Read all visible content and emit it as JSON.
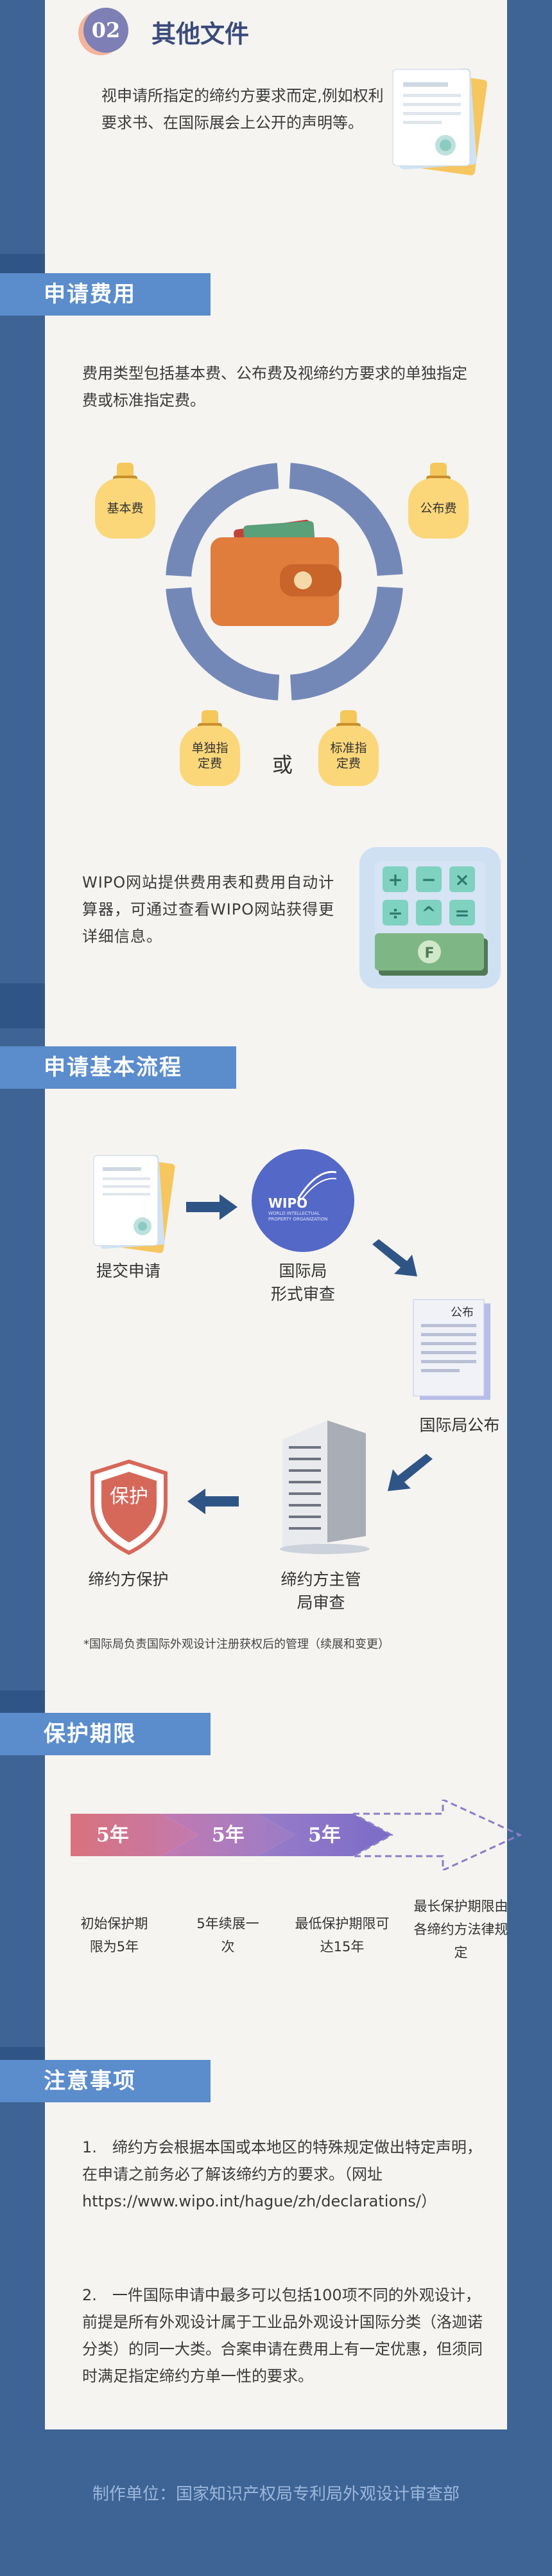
{
  "section_02": {
    "badge": "02",
    "title": "其他文件",
    "text": "视申请所指定的缔约方要求而定,例如权利要求书、在国际展会上公开的声明等。"
  },
  "fees": {
    "heading": "申请费用",
    "intro": "费用类型包括基本费、公布费及视缔约方要求的单独指定费或标准指定费。",
    "basic": "基本费",
    "publish": "公布费",
    "individual": "单独指定费",
    "standard": "标准指定费",
    "or": "或",
    "wipo_text": "WIPO网站提供费用表和费用自动计算器，可通过查看WIPO网站获得更详细信息。"
  },
  "process": {
    "heading": "申请基本流程",
    "submit": "提交申请",
    "formal": "国际局\n形式审查",
    "wipo_logo": "WIPO",
    "wipo_logo_sub": "WORLD INTELLECTUAL PROPERTY ORGANIZATION",
    "publish_doc": "公布",
    "publish": "国际局公布",
    "protect_stamp": "保护",
    "protect": "缔约方保护",
    "exam": "缔约方主管\n局审查",
    "note": "*国际局负责国际外观设计注册获权后的管理（续展和变更）"
  },
  "term": {
    "heading": "保护期限",
    "chev1": "5年",
    "chev2": "5年",
    "chev3": "5年",
    "t1": "初始保护期限为5年",
    "t2": "5年续展一次",
    "t3": "最低保护期限可达15年",
    "t4": "最长保护期限由各缔约方法律规定"
  },
  "notes": {
    "heading": "注意事项",
    "p1": "1.　缔约方会根据本国或本地区的特殊规定做出特定声明，在申请之前务必了解该缔约方的要求。（网址https://www.wipo.int/hague/zh/declarations/）",
    "p2": "2.　一件国际申请中最多可以包括100项不同的外观设计，前提是所有外观设计属于工业品外观设计国际分类（洛迦诺分类）的同一大类。合案申请在费用上有一定优惠，但须同时满足指定缔约方单一性的要求。"
  },
  "footer": "制作单位：国家知识产权局专利局外观设计审查部",
  "colors": {
    "bg": "#3d6495",
    "banner": "#5b8ccc",
    "paper": "#f5f4f1",
    "ring": "#7488b8",
    "wallet": "#e07c3c"
  }
}
